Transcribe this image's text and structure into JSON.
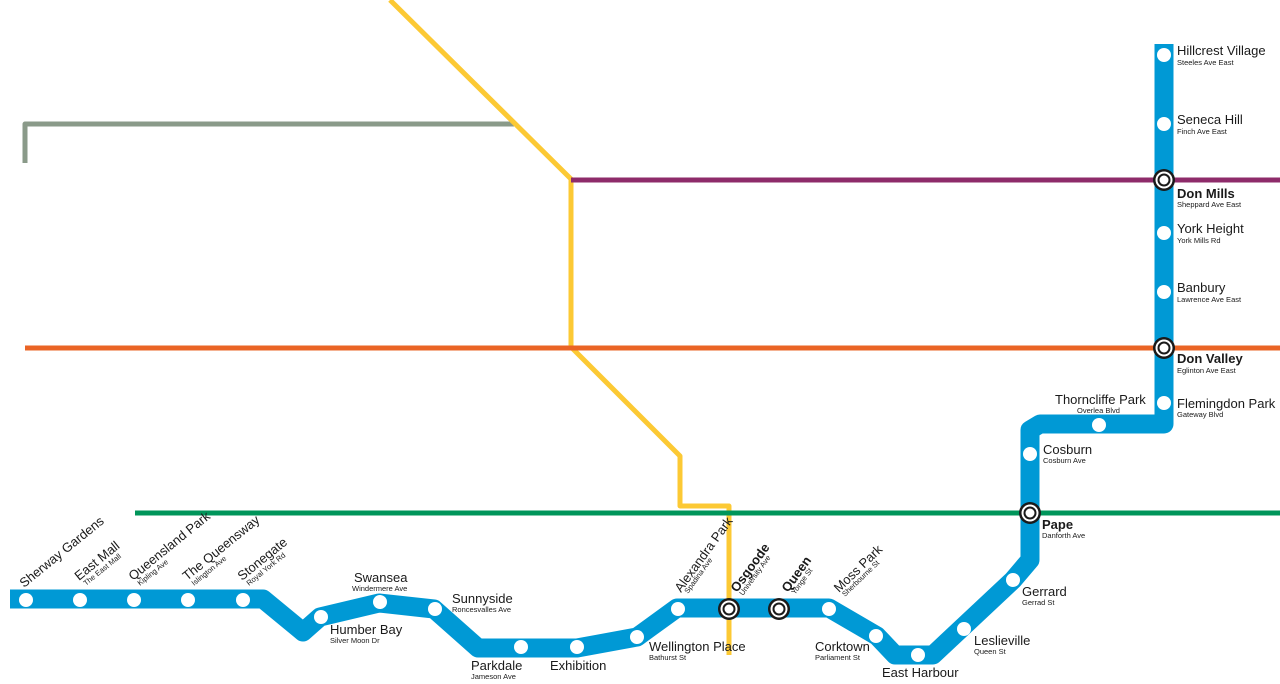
{
  "colors": {
    "relief_line": "#0099d5",
    "yellow_line": "#fcc934",
    "purple_line": "#8e2b6a",
    "orange_line": "#ea6425",
    "green_line": "#00955a",
    "grey_line": "#8a9a89",
    "station": "#ffffff",
    "interchange": "#1a1a1a"
  },
  "stations": {
    "sherway_gardens": {
      "name": "Sherway Gardens"
    },
    "east_mall": {
      "name": "East Mall",
      "street": "The East Mall"
    },
    "queensland_park": {
      "name": "Queensland Park",
      "street": "Kipling Ave"
    },
    "the_queensway": {
      "name": "The Queensway",
      "street": "Islington Ave"
    },
    "stonegate": {
      "name": "Stonegate",
      "street": "Royal York Rd"
    },
    "humber_bay": {
      "name": "Humber Bay",
      "street": "Silver Moon Dr"
    },
    "swansea": {
      "name": "Swansea",
      "street": "Windermere Ave"
    },
    "sunnyside": {
      "name": "Sunnyside",
      "street": "Roncesvalles Ave"
    },
    "parkdale": {
      "name": "Parkdale",
      "street": "Jameson Ave"
    },
    "exhibition": {
      "name": "Exhibition"
    },
    "wellington_place": {
      "name": "Wellington Place",
      "street": "Bathurst St"
    },
    "alexandra_park": {
      "name": "Alexandra Park",
      "street": "Spadina Ave"
    },
    "osgoode": {
      "name": "Osgoode",
      "street": "University Ave"
    },
    "queen": {
      "name": "Queen",
      "street": "Yonge St"
    },
    "moss_park": {
      "name": "Moss Park",
      "street": "Sherbourne St"
    },
    "corktown": {
      "name": "Corktown",
      "street": "Parliament St"
    },
    "east_harbour": {
      "name": "East Harbour"
    },
    "leslieville": {
      "name": "Leslieville",
      "street": "Queen St"
    },
    "gerrard": {
      "name": "Gerrard",
      "street": "Gerrad St"
    },
    "pape": {
      "name": "Pape",
      "street": "Danforth Ave"
    },
    "cosburn": {
      "name": "Cosburn",
      "street": "Cosburn Ave"
    },
    "thorncliffe_park": {
      "name": "Thorncliffe Park",
      "street": "Overlea Blvd"
    },
    "flemingdon_park": {
      "name": "Flemingdon Park",
      "street": "Gateway Blvd"
    },
    "don_valley": {
      "name": "Don Valley",
      "street": "Eglinton Ave East"
    },
    "banbury": {
      "name": "Banbury",
      "street": "Lawrence Ave East"
    },
    "york_height": {
      "name": "York Height",
      "street": "York Mills Rd"
    },
    "don_mills": {
      "name": "Don Mills",
      "street": "Sheppard Ave East"
    },
    "seneca_hill": {
      "name": "Seneca Hill",
      "street": "Finch Ave East"
    },
    "hillcrest_village": {
      "name": "Hillcrest Village",
      "street": "Steeles Ave East"
    }
  }
}
